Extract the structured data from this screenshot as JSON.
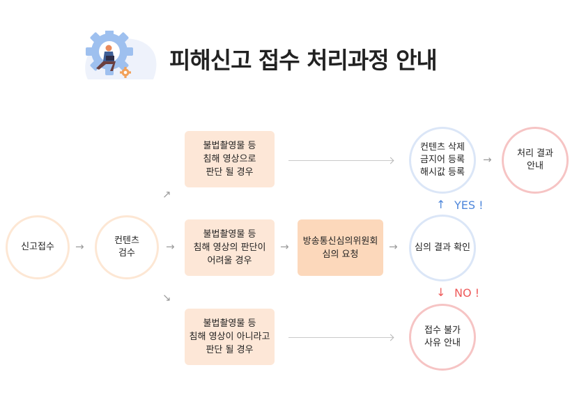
{
  "title": "피해신고 접수 처리과정 안내",
  "nodes": {
    "report": "신고접수",
    "review": "컨텐츠\n검수",
    "case_top": "불법촬영물 등\n침해 영상으로\n판단 될 경우",
    "case_mid": "불법촬영물 등\n침해 영상의 판단이\n어려울 경우",
    "case_bottom": "불법촬영물 등\n침해 영상이 아니라고\n판단 될 경우",
    "request": "방송통신심의위원회\n심의 요청",
    "check": "심의 결과 확인",
    "delete": "컨텐츠 삭제\n금지어 등록\n해시값 등록",
    "notify": "처리 결과\n안내",
    "reject": "접수 불가\n사유 안내"
  },
  "labels": {
    "yes": "YES !",
    "no": "NO !"
  },
  "colors": {
    "peach_border": "#fde7d4",
    "box_fill": "#fde7d7",
    "box_dark": "#fcd8bb",
    "blue_border": "#dbe6f7",
    "red_border": "#f6c4c4",
    "yes": "#4f87db",
    "no": "#ee5a5a"
  }
}
